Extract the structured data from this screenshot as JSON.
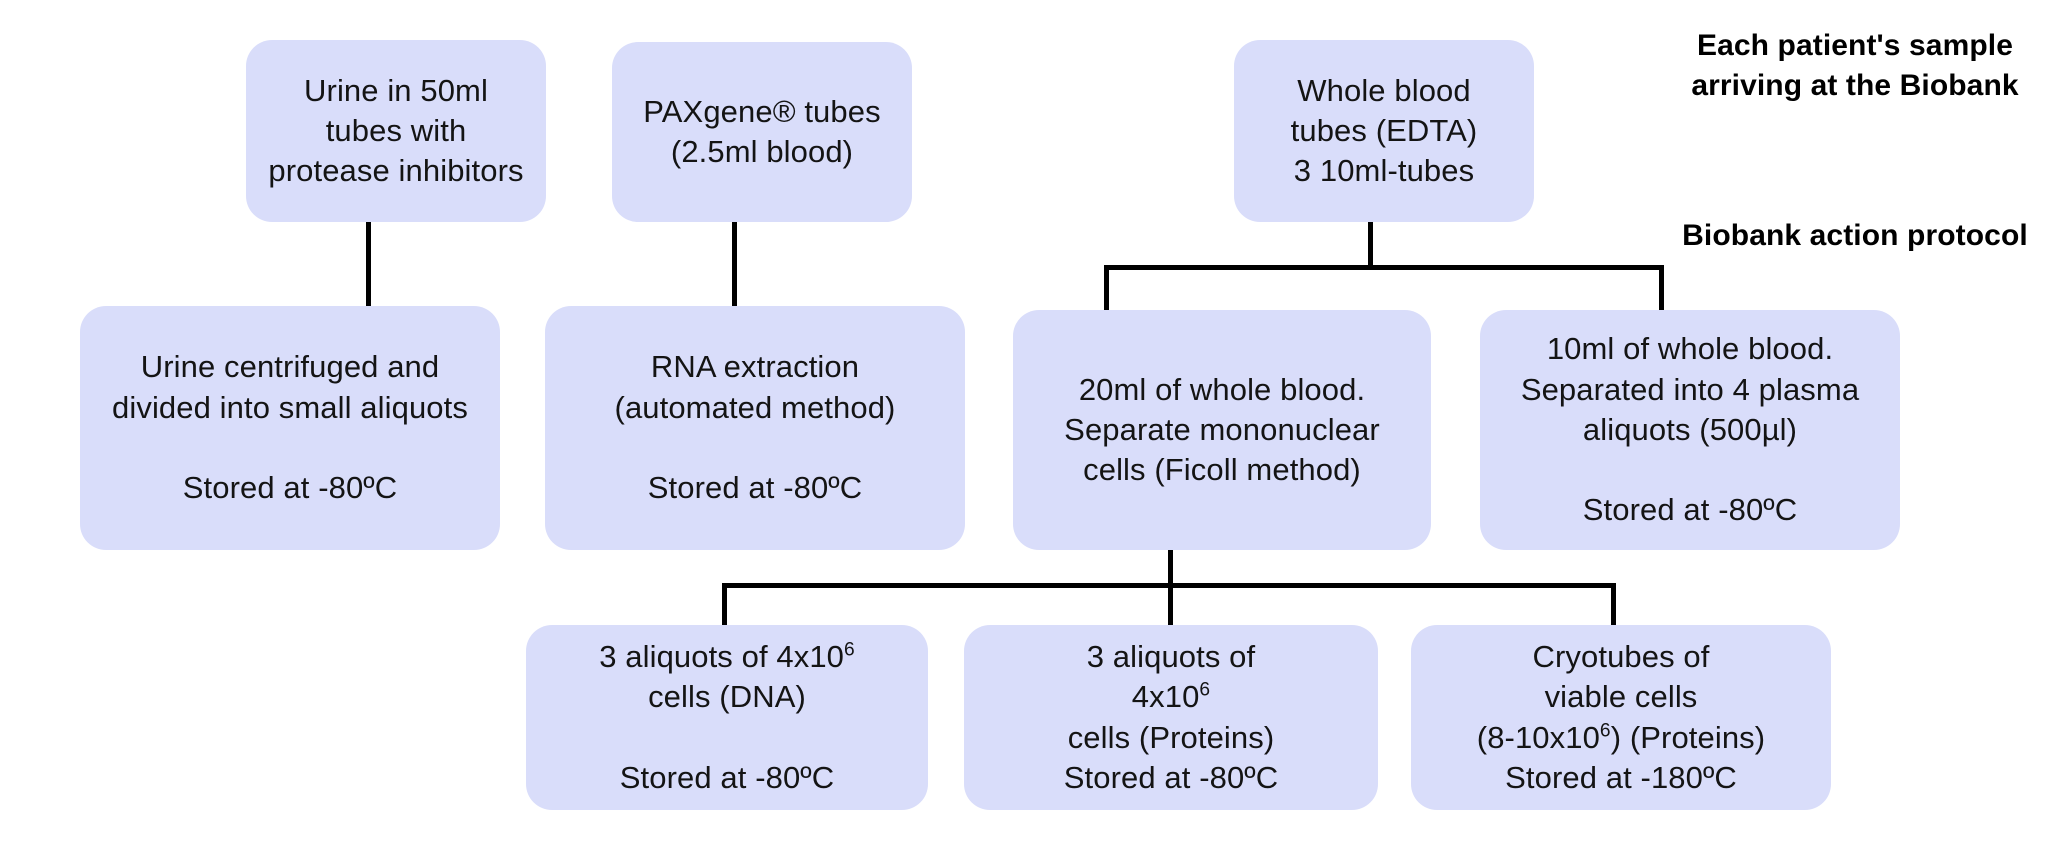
{
  "diagram": {
    "title": "Biobank sample processing flowchart",
    "box_fill": "#d9ddfa",
    "line_color": "#000000",
    "background": "#ffffff"
  },
  "annotations": {
    "header_line1": "Each patient's sample",
    "header_line2": "arriving at the Biobank",
    "subheader": "Biobank action protocol"
  },
  "nodes": {
    "urine_source": {
      "l1": "Urine in 50ml",
      "l2": "tubes with",
      "l3": "protease inhibitors"
    },
    "paxgene_source": {
      "l1": "PAXgene® tubes",
      "l2": "(2.5ml blood)"
    },
    "whole_blood_source": {
      "l1": "Whole blood",
      "l2": "tubes (EDTA)",
      "l3": "3 10ml-tubes"
    },
    "urine_processed": {
      "l1": "Urine centrifuged and",
      "l2": "divided into small aliquots",
      "l3": "Stored at -80ºC"
    },
    "rna_extraction": {
      "l1": "RNA extraction",
      "l2": "(automated method)",
      "l3": "Stored at -80ºC"
    },
    "mononuclear_cells": {
      "l1": "20ml of whole blood.",
      "l2": "Separate mononuclear",
      "l3": "cells (Ficoll method)"
    },
    "plasma_aliquots": {
      "l1": "10ml of whole blood.",
      "l2": "Separated into 4 plasma",
      "l3": "aliquots (500µl)",
      "l4": "Stored at -80ºC"
    },
    "dna_aliquots": {
      "l1_pre": "3 aliquots of 4x10",
      "l1_sup": "6",
      "l2": "cells (DNA)",
      "l3": "Stored at -80ºC"
    },
    "protein_aliquots": {
      "l1": "3 aliquots of",
      "l2_pre": "4x10",
      "l2_sup": "6",
      "l3": "cells (Proteins)",
      "l4": "Stored at -80ºC"
    },
    "cryotubes": {
      "l1": "Cryotubes of",
      "l2": "viable cells",
      "l3_pre": "(8-10x10",
      "l3_sup": "6",
      "l3_post": ") (Proteins)",
      "l4": "Stored at -180ºC"
    }
  }
}
